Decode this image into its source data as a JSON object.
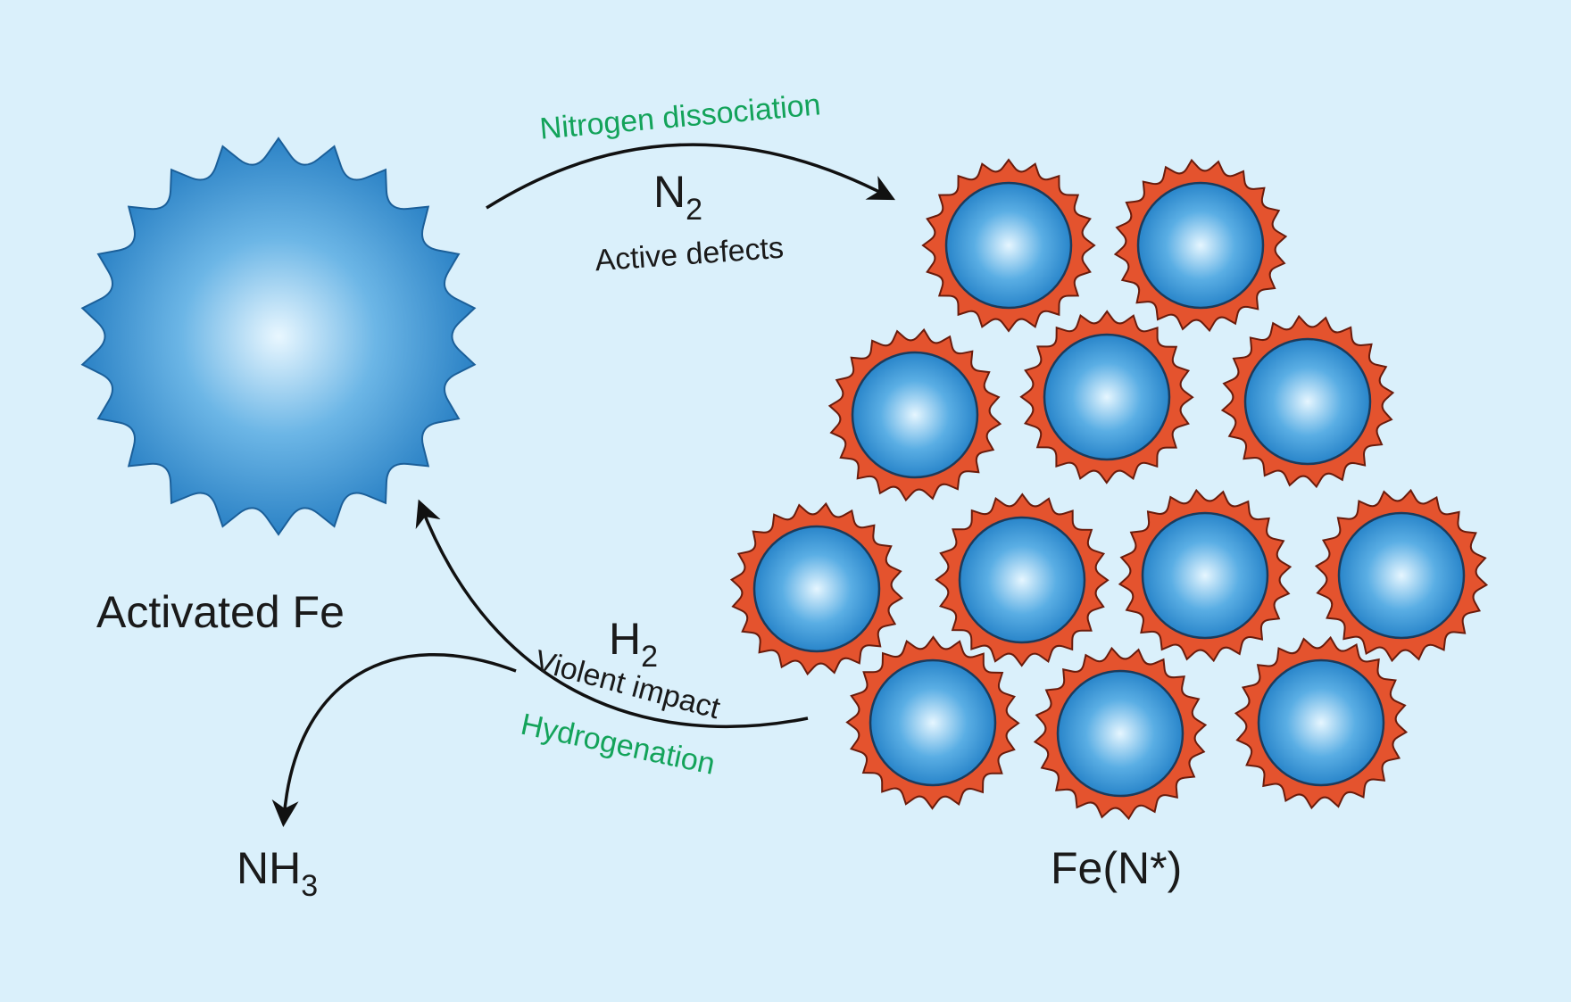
{
  "labels": {
    "activated_fe": "Activated Fe",
    "fe_n": "Fe(N*)",
    "nh3": "NH",
    "nh3_sub": "3",
    "n2": "N",
    "n2_sub": "2",
    "h2": "H",
    "h2_sub": "2",
    "nitrogen_dissociation": "Nitrogen dissociation",
    "active_defects": "Active defects",
    "violent_impact": "Violent impact",
    "hydrogenation": "Hydrogenation"
  },
  "colors": {
    "background": "#daf0fb",
    "particle_blue": "#2f8fd0",
    "particle_highlight": "#e6f6ff",
    "shell_red": "#e4532e",
    "green_text": "#13a35a",
    "arrow": "#111111"
  }
}
